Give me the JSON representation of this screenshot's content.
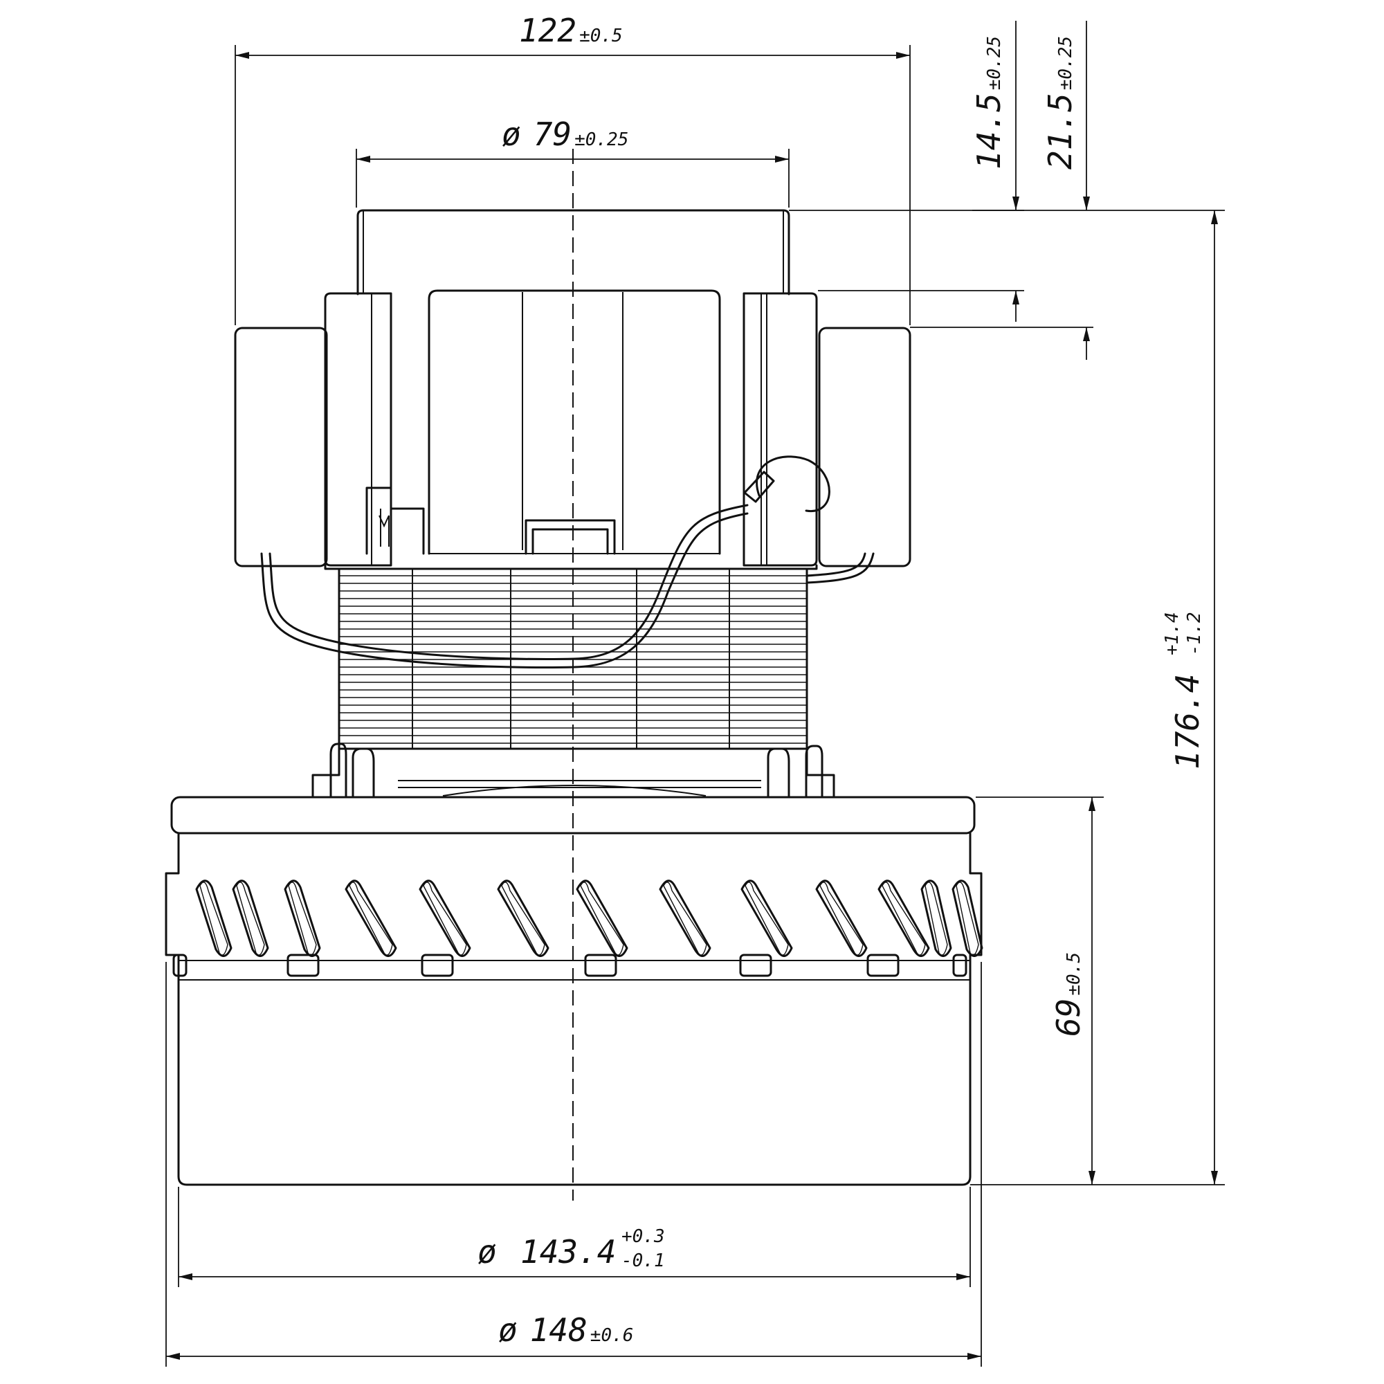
{
  "dimensions": {
    "overall_width": {
      "value": "122",
      "tolerance": "±0.5"
    },
    "top_cap_diameter": {
      "prefix": "ø",
      "value": "79",
      "tolerance": "±0.25"
    },
    "cap_height": {
      "value": "14.5",
      "tolerance": "±0.25"
    },
    "bracket_height": {
      "value": "21.5",
      "tolerance": "±0.25"
    },
    "overall_height": {
      "value": "176.4",
      "tol_upper": "+1.4",
      "tol_lower": "-1.2"
    },
    "fan_housing_height": {
      "value": "69",
      "tolerance": "±0.5"
    },
    "housing_inner_diameter": {
      "prefix": "ø",
      "value": "143.4",
      "tol_upper": "+0.3",
      "tol_lower": "-0.1"
    },
    "housing_outer_diameter": {
      "prefix": "ø",
      "value": "148",
      "tolerance": "±0.6"
    }
  }
}
